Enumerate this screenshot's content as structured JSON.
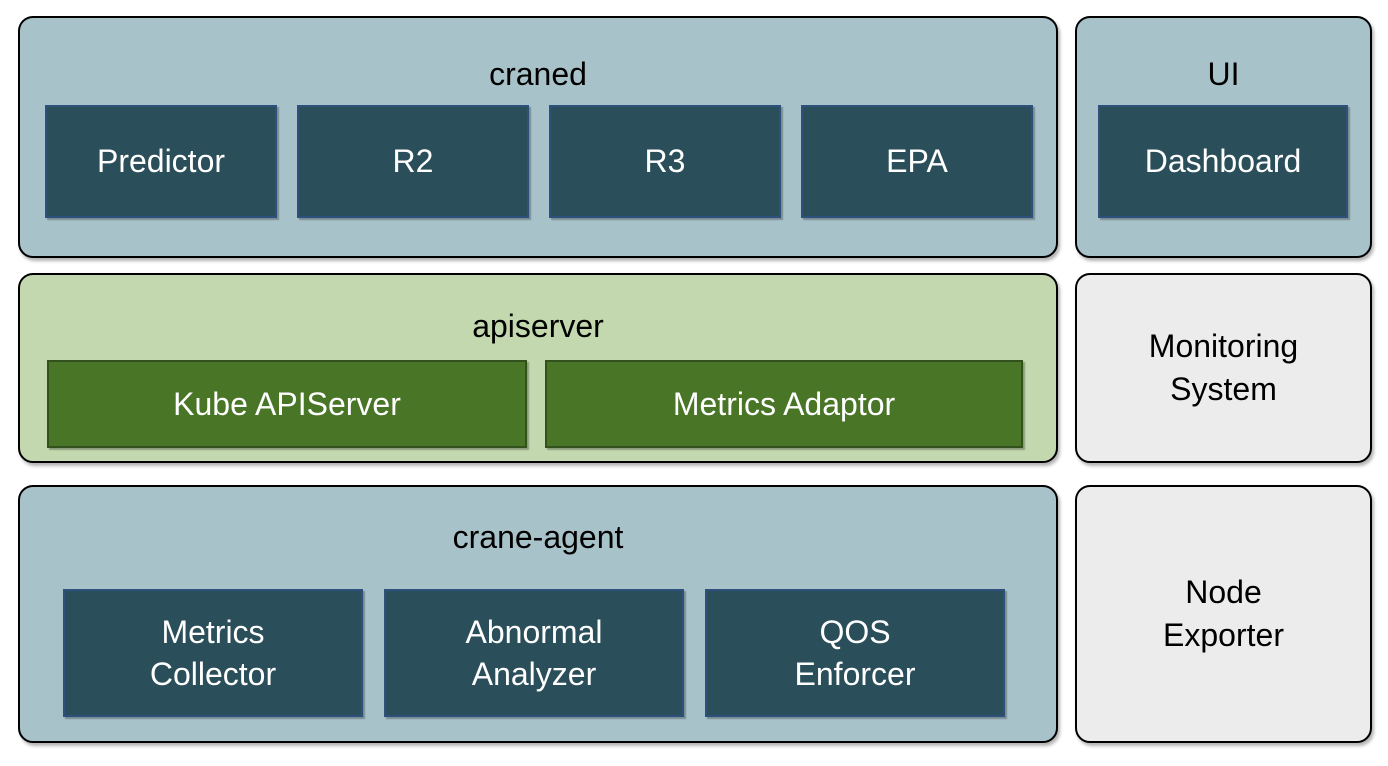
{
  "diagram": {
    "colors": {
      "container_blue": "#A8C2C9",
      "container_green": "#C3D8AE",
      "container_gray": "#ECECEC",
      "container_outline": "#000000",
      "node_teal_fill": "#2A4E5A",
      "node_teal_border": "#2D507D",
      "node_green_fill": "#497526",
      "node_green_border": "#33511C",
      "node_text": "#FFFFFF",
      "title_text": "#000000"
    },
    "containers": [
      {
        "name": "craned",
        "title": "craned",
        "nodes": [
          "Predictor",
          "R2",
          "R3",
          "EPA"
        ]
      },
      {
        "name": "ui",
        "title": "UI",
        "nodes": [
          "Dashboard"
        ]
      },
      {
        "name": "apiserver",
        "title": "apiserver",
        "nodes": [
          "Kube APIServer",
          "Metrics Adaptor"
        ]
      },
      {
        "name": "monitoring-system",
        "label": "Monitoring\nSystem"
      },
      {
        "name": "crane-agent",
        "title": "crane-agent",
        "nodes": [
          "Metrics\nCollector",
          "Abnormal\nAnalyzer",
          "QOS\nEnforcer"
        ]
      },
      {
        "name": "node-exporter",
        "label": "Node\nExporter"
      }
    ]
  }
}
